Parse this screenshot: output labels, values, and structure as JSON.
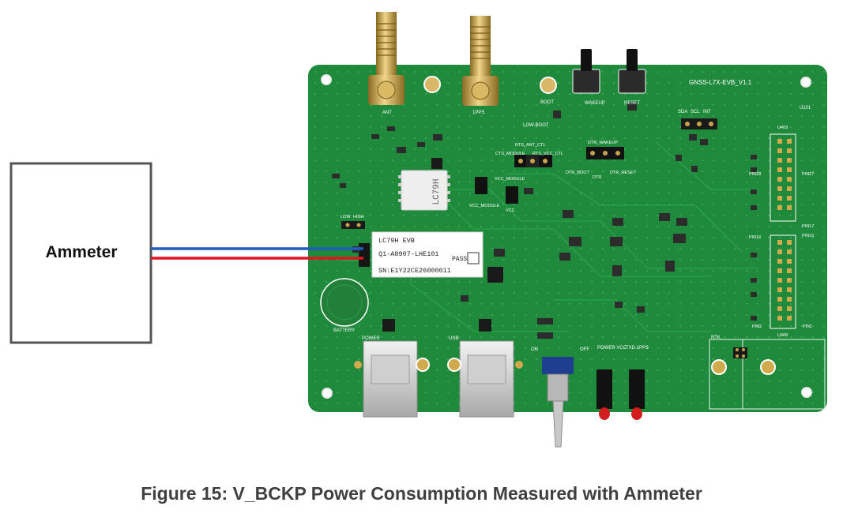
{
  "caption": "Figure 15: V_BCKP Power Consumption Measured with Ammeter",
  "ammeter": {
    "label": "Ammeter"
  },
  "board": {
    "name": "GNSS-L7X-EVB_V1.1",
    "module": "LC79H",
    "sticker": {
      "line1": "LC79H EVB",
      "line2": "Q1-A8907-LHE101",
      "line3": "SN:E1Y22CE26000011",
      "pass": "PASS"
    },
    "labels": {
      "ant": "ANT",
      "l1l5": "1PPS",
      "boot": "BOOT",
      "low_boot": "LOW-BOOT",
      "wakeup": "WAKEUP",
      "reset": "RESET",
      "sda": "SDA",
      "scl": "SCL",
      "int": "INT",
      "rts_ant": "RTS_ANT_CTL",
      "cts_module": "CTS_MODULE",
      "rts_vcc": "RTS_VCC_CTL",
      "dtr_wakeup": "DTR_WAKEUP",
      "dtr_boot": "DTR_BOOT",
      "dtr_reset": "DTR_RESET",
      "dtr": "DTR",
      "vcc_module": "VCC_MODULE",
      "vcc": "VCC",
      "vcc_module2": "VCC_MODULE",
      "low": "LOW",
      "high": "HIGH",
      "battery": "BATTERY",
      "power": "POWER",
      "usb": "USB",
      "on": "ON",
      "off": "OFF",
      "power_vcc": "POWER VCC",
      "txd_1pps": "TXD 1PPS",
      "rtk": "RTK",
      "pin1": "PIN1",
      "pin2": "PIN2",
      "pin15": "PIN15",
      "pin16": "PIN16",
      "pin17": "PIN17",
      "pin27": "PIN27",
      "pin28": "PIN28",
      "u101": "U101",
      "u408": "U408",
      "u409": "U409"
    }
  },
  "colors": {
    "pcb": "#1f8a3c",
    "pcb_dark": "#17702f",
    "wire_blue": "#1f5fbf",
    "wire_red": "#e0141e",
    "gold": "#c8a24a",
    "caption": "#404040"
  }
}
